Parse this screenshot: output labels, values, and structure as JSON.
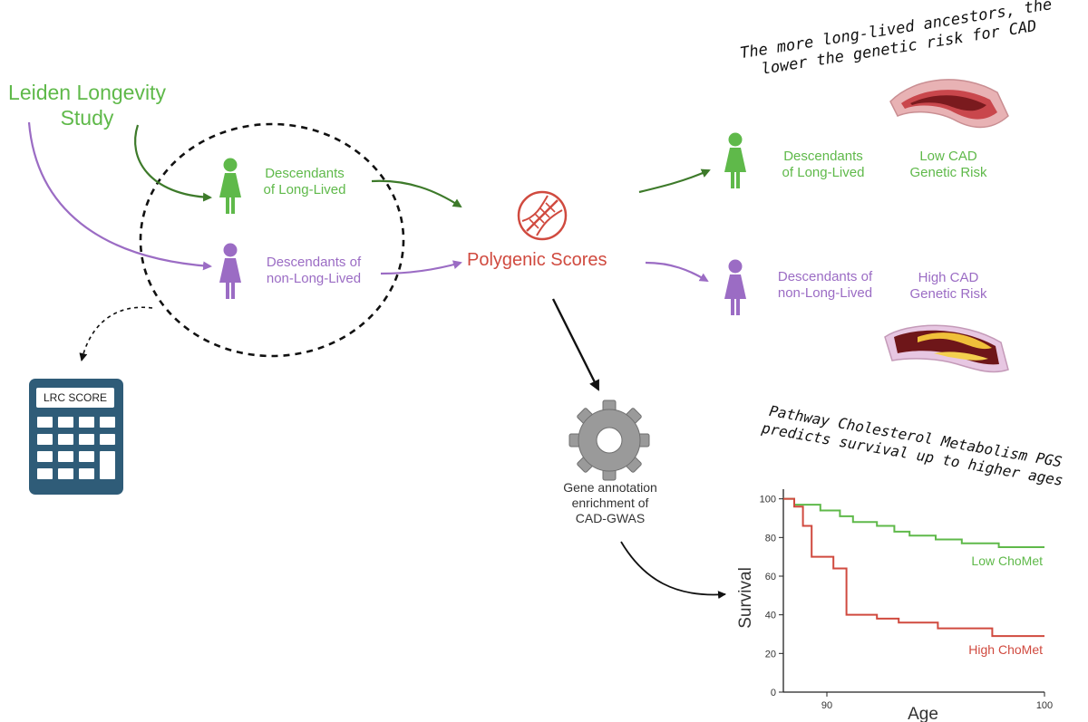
{
  "study": {
    "line1": "Leiden Longevity",
    "line2": "Study"
  },
  "groups": {
    "long_lived": {
      "line1": "Descendants",
      "line2": "of Long-Lived"
    },
    "non_long_lived": {
      "line1": "Descendants of",
      "line2": "non-Long-Lived"
    }
  },
  "polygenic_label": "Polygenic Scores",
  "calculator_label": "LRC SCORE",
  "results": {
    "long_lived": {
      "line1": "Descendants",
      "line2": "of Long-Lived"
    },
    "non_long_lived": {
      "line1": "Descendants of",
      "line2": "non-Long-Lived"
    },
    "low_risk": {
      "line1": "Low CAD",
      "line2": "Genetic Risk"
    },
    "high_risk": {
      "line1": "High CAD",
      "line2": "Genetic Risk"
    }
  },
  "headline": {
    "line1": "The more long-lived ancestors, the",
    "line2": "lower the genetic risk for CAD"
  },
  "gene_annotation": {
    "line1": "Gene annotation",
    "line2": "enrichment of",
    "line3": "CAD-GWAS"
  },
  "pathway_title": {
    "line1": "Pathway Cholesterol Metabolism PGS",
    "line2": "predicts survival up to higher ages"
  },
  "colors": {
    "green": "#5fb94a",
    "dark_green": "#3d7a2a",
    "purple": "#9b6cc4",
    "red": "#d04a3f",
    "calculator": "#2f5c78"
  },
  "icons": [
    "person-female-icon",
    "dna-icon",
    "gear-icon",
    "calculator-icon",
    "artery-healthy-icon",
    "artery-plaque-icon"
  ],
  "chart_data": {
    "type": "line",
    "xlabel": "Age",
    "ylabel": "Survival",
    "xlim": [
      88,
      100
    ],
    "ylim": [
      0,
      105
    ],
    "x_ticks": [
      90,
      100
    ],
    "y_ticks": [
      0,
      20,
      40,
      60,
      80,
      100
    ],
    "series": [
      {
        "name": "Low ChoMet",
        "color": "#5fb94a",
        "step": true,
        "points": [
          [
            88,
            100
          ],
          [
            88.5,
            97
          ],
          [
            89.7,
            94
          ],
          [
            90.6,
            91
          ],
          [
            91.2,
            88
          ],
          [
            92.3,
            86
          ],
          [
            93.1,
            83
          ],
          [
            93.8,
            81
          ],
          [
            95,
            79
          ],
          [
            96.2,
            77
          ],
          [
            97.9,
            75
          ],
          [
            100,
            75
          ]
        ]
      },
      {
        "name": "High ChoMet",
        "color": "#d04a3f",
        "step": true,
        "points": [
          [
            88,
            100
          ],
          [
            88.5,
            96
          ],
          [
            88.9,
            86
          ],
          [
            89.3,
            70
          ],
          [
            90.3,
            64
          ],
          [
            90.9,
            40
          ],
          [
            92.3,
            38
          ],
          [
            93.3,
            36
          ],
          [
            95.1,
            33
          ],
          [
            97.6,
            29
          ],
          [
            100,
            29
          ]
        ]
      }
    ]
  }
}
